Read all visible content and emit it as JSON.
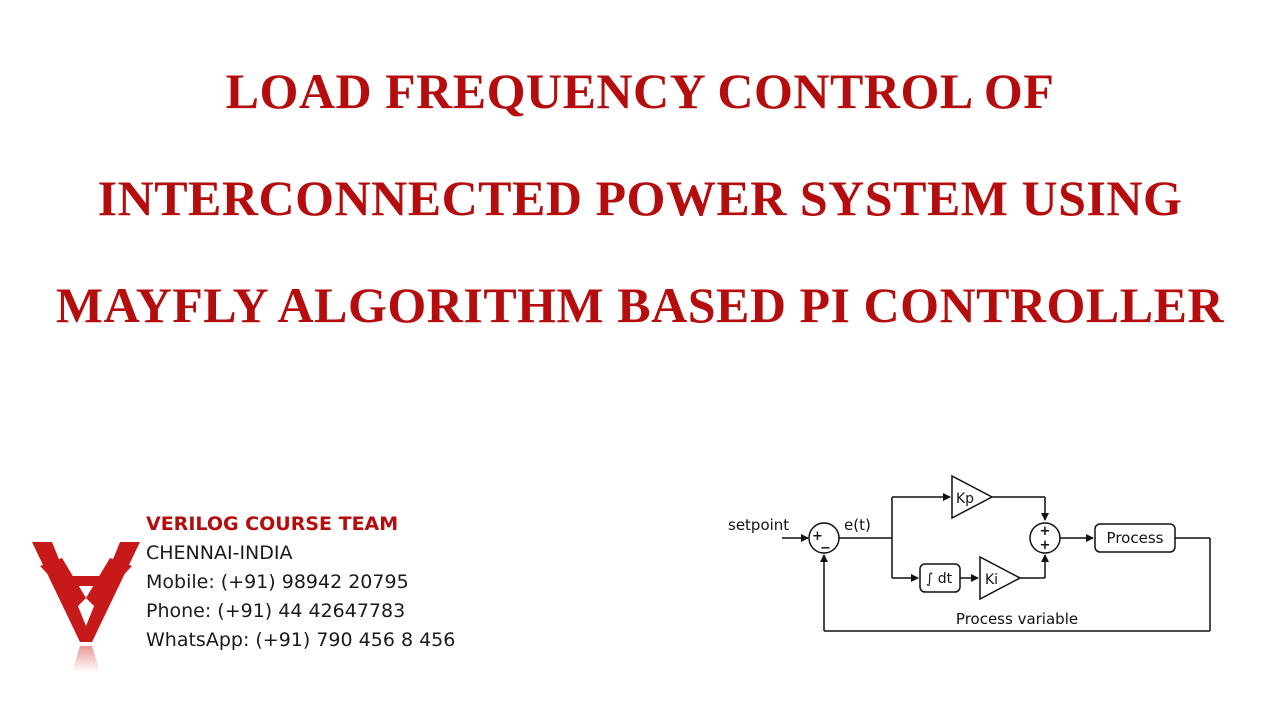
{
  "title": {
    "line1": "LOAD FREQUENCY CONTROL OF",
    "line2": "INTERCONNECTED POWER SYSTEM USING",
    "line3": "MAYFLY ALGORITHM BASED PI CONTROLLER"
  },
  "contact": {
    "team": "VERILOG COURSE TEAM",
    "location": "CHENNAI-INDIA",
    "mobile": "Mobile: (+91) 98942 20795",
    "phone": "Phone: (+91) 44 42647783",
    "whatsapp": "WhatsApp: (+91) 790 456 8 456"
  },
  "diagram": {
    "setpoint": "setpoint",
    "error": "e(t)",
    "kp": "Kp",
    "ki": "Ki",
    "integral": "∫ dt",
    "process": "Process",
    "process_variable": "Process variable",
    "sum1_plus": "+",
    "sum1_minus": "−",
    "sum2_plus_top": "+",
    "sum2_plus_bottom": "+"
  },
  "colors": {
    "accent": "#b50d0d",
    "text": "#1a1a1a"
  },
  "icons": {
    "logo": "verilog-v-logo"
  }
}
